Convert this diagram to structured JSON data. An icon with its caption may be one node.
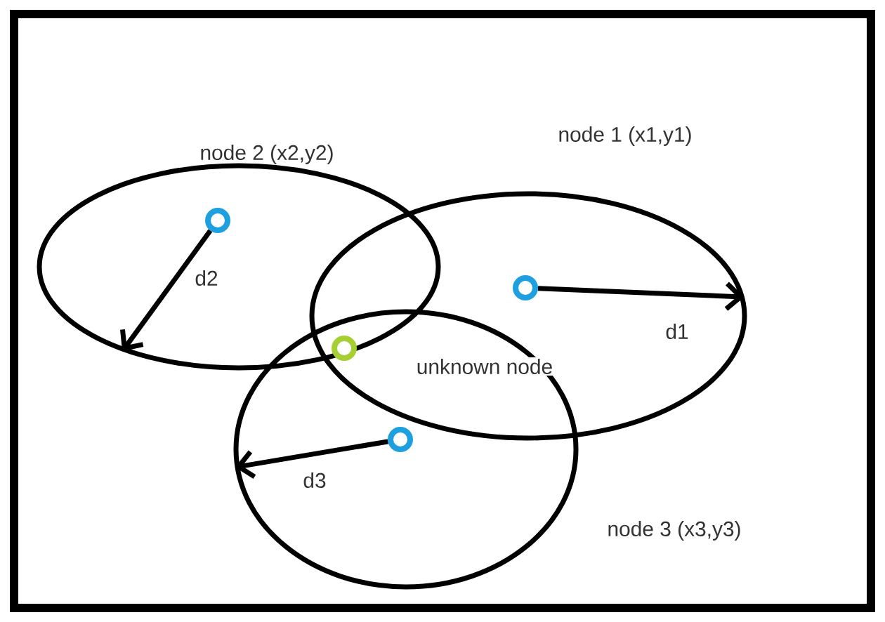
{
  "diagram": {
    "nodes": [
      {
        "text": [],
        "shape": "circle"
      },
      {
        "text": [],
        "shape": "circle",
        "in": 0
      },
      {
        "text": [],
        "shape": "circle"
      },
      {
        "text": [],
        "shape": "circle",
        "in": 2
      },
      {
        "text": [],
        "shape": "circle",
        "beside": [
          "unknown node"
        ]
      },
      {
        "text": [],
        "shape": "circle"
      },
      {
        "text": [],
        "shape": "circle",
        "in": 5
      }
    ],
    "edges": [
      {
        "from": 1,
        "to": 0,
        "arrow": "to",
        "label": "d2"
      },
      {
        "from": 3,
        "to": 2,
        "arrow": "to",
        "label": "d1"
      },
      {
        "from": 6,
        "to": 5,
        "arrow": "to",
        "label": "d3"
      }
    ],
    "labels": [
      "node 1 (x1,y1)",
      "node 2 (x2,y2)",
      "node 3 (x3,y3)"
    ]
  }
}
